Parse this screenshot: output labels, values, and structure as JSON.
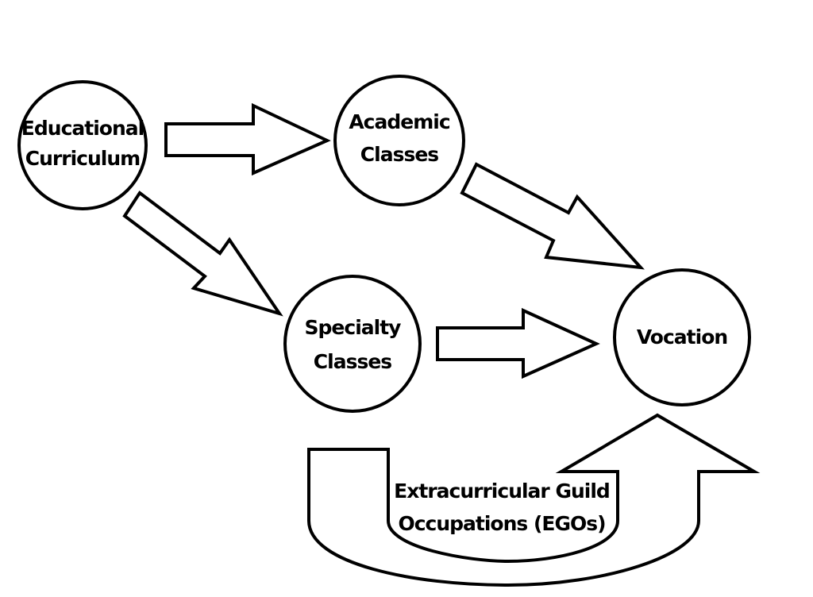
{
  "diagram": {
    "colors": {
      "stroke": "#000000",
      "fill": "#ffffff",
      "text": "#000000"
    },
    "nodes": [
      {
        "id": "educational-curriculum",
        "lines": [
          "Educational",
          "Curriculum"
        ]
      },
      {
        "id": "academic-classes",
        "lines": [
          "Academic",
          "Classes"
        ]
      },
      {
        "id": "specialty-classes",
        "lines": [
          "Specialty",
          "Classes"
        ]
      },
      {
        "id": "vocation",
        "lines": [
          "Vocation"
        ]
      }
    ],
    "edges": [
      {
        "from": "educational-curriculum",
        "to": "academic-classes"
      },
      {
        "from": "academic-classes",
        "to": "vocation"
      },
      {
        "from": "educational-curriculum",
        "to": "specialty-classes"
      },
      {
        "from": "specialty-classes",
        "to": "vocation"
      },
      {
        "from": "extracurricular",
        "to": "vocation"
      }
    ],
    "u_arrow": {
      "lines": [
        "Extracurricular Guild",
        "Occupations (EGOs)"
      ]
    }
  }
}
